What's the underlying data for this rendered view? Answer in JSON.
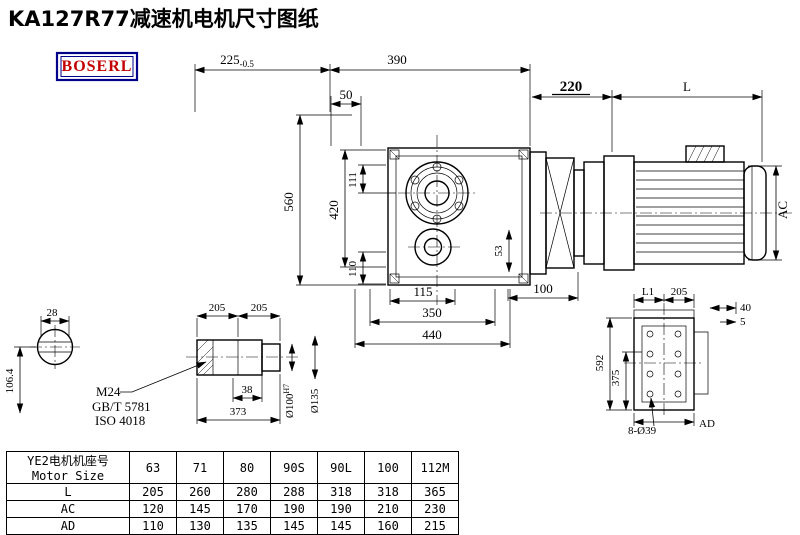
{
  "title": "KA127R77减速机电机尺寸图纸",
  "logo": "BOSERL",
  "colors": {
    "logo_border": "#00008B",
    "logo_text": "#C40000",
    "line": "#000000"
  },
  "dims": {
    "d225": "225",
    "d225_tol": "-0.5",
    "d390": "390",
    "d220": "220",
    "dL": "L",
    "d50": "50",
    "d560": "560",
    "d420": "420",
    "d111": "111",
    "d110": "110",
    "d53": "53",
    "d115": "115",
    "d100": "100",
    "d350": "350",
    "d440": "440",
    "dAC": "AC",
    "d28": "28",
    "d106_4": "106.4",
    "d205a": "205",
    "d205b": "205",
    "dM24": "M24",
    "dGBT": "GB/T 5781",
    "dISO": "ISO 4018",
    "d38": "38",
    "d373": "373",
    "d100h7_base": "Ø100",
    "d100h7_sup": "H7",
    "d135": "Ø135",
    "dL1": "L1",
    "d205c": "205",
    "d40": "40",
    "d5": "5",
    "d592": "592",
    "d375": "375",
    "d8_39": "8-Ø39",
    "dAD": "AD"
  },
  "table": {
    "header_cn": "YE2电机机座号",
    "header_en": "Motor Size",
    "sizes": [
      "63",
      "71",
      "80",
      "90S",
      "90L",
      "100",
      "112M"
    ],
    "rows": [
      {
        "label": "L",
        "values": [
          "205",
          "260",
          "280",
          "288",
          "318",
          "318",
          "365"
        ]
      },
      {
        "label": "AC",
        "values": [
          "120",
          "145",
          "170",
          "190",
          "190",
          "210",
          "230"
        ]
      },
      {
        "label": "AD",
        "values": [
          "110",
          "130",
          "135",
          "145",
          "145",
          "160",
          "215"
        ]
      }
    ]
  }
}
